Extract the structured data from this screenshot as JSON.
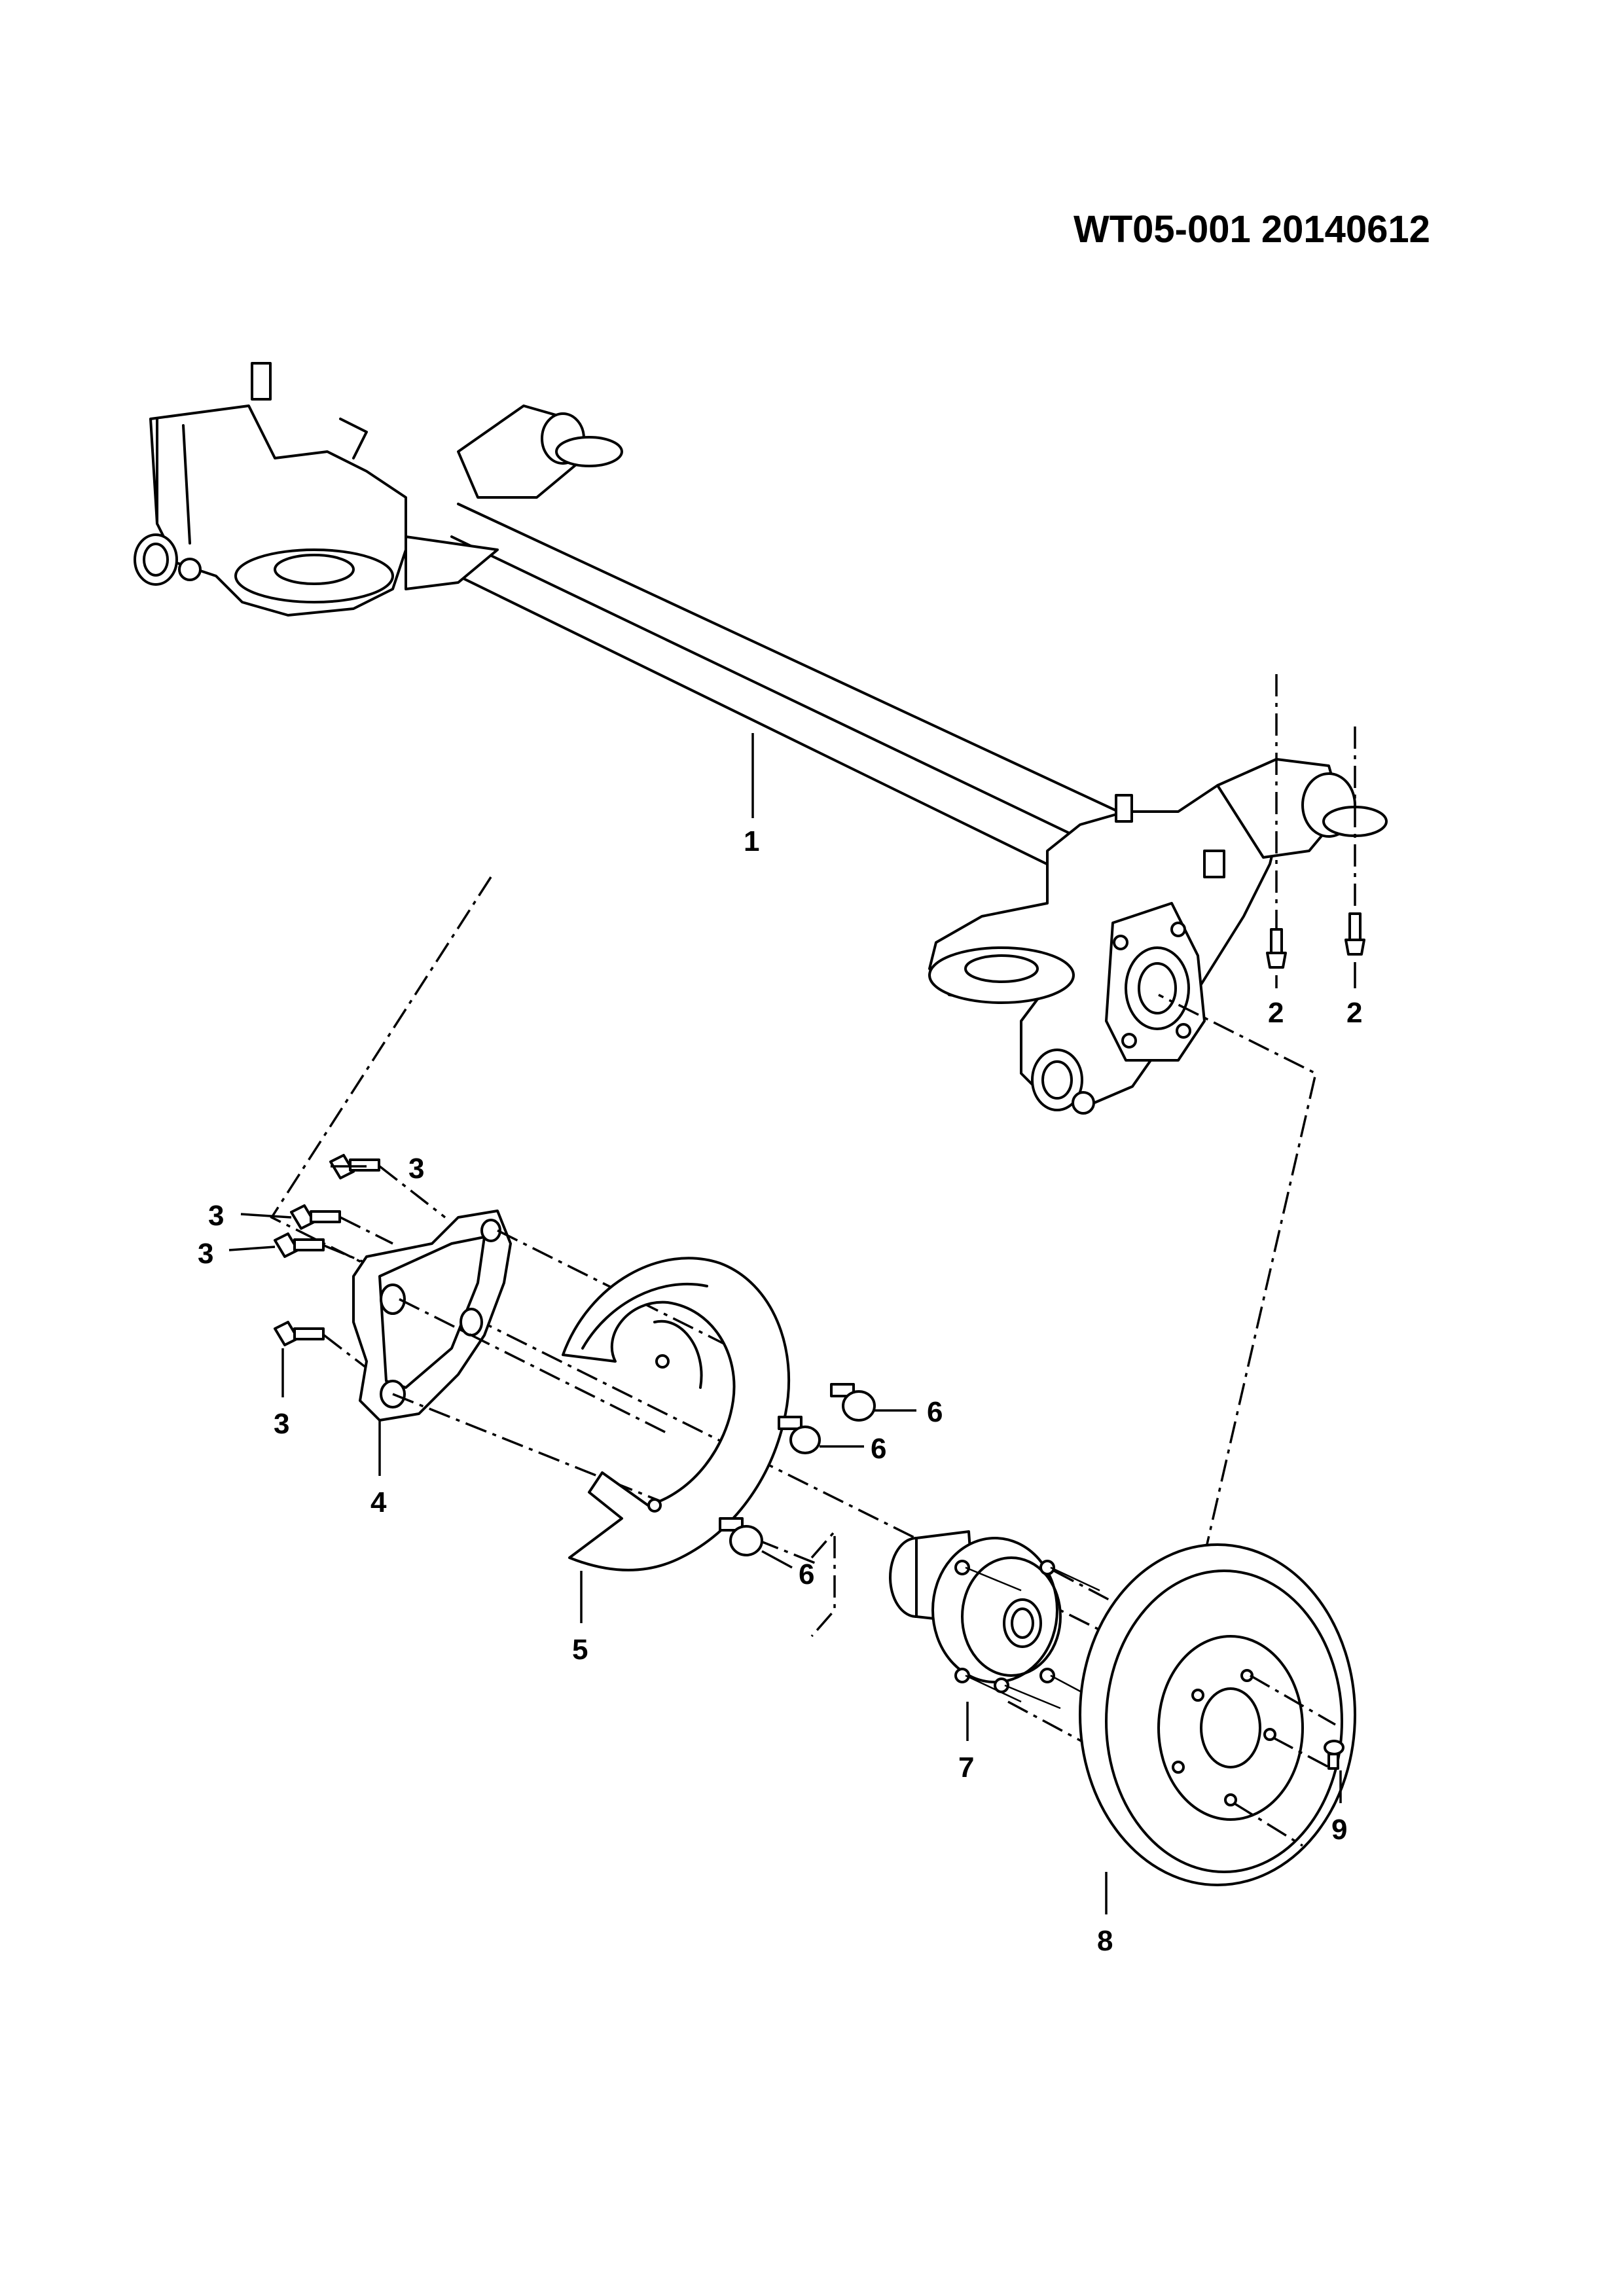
{
  "header": {
    "doc_id": "WT05-001  20140612"
  },
  "callouts": {
    "c1": "1",
    "c2a": "2",
    "c2b": "2",
    "c3a": "3",
    "c3b": "3",
    "c3c": "3",
    "c3d": "3",
    "c4": "4",
    "c5": "5",
    "c6a": "6",
    "c6b": "6",
    "c6c": "6",
    "c7": "7",
    "c8": "8",
    "c9": "9"
  }
}
